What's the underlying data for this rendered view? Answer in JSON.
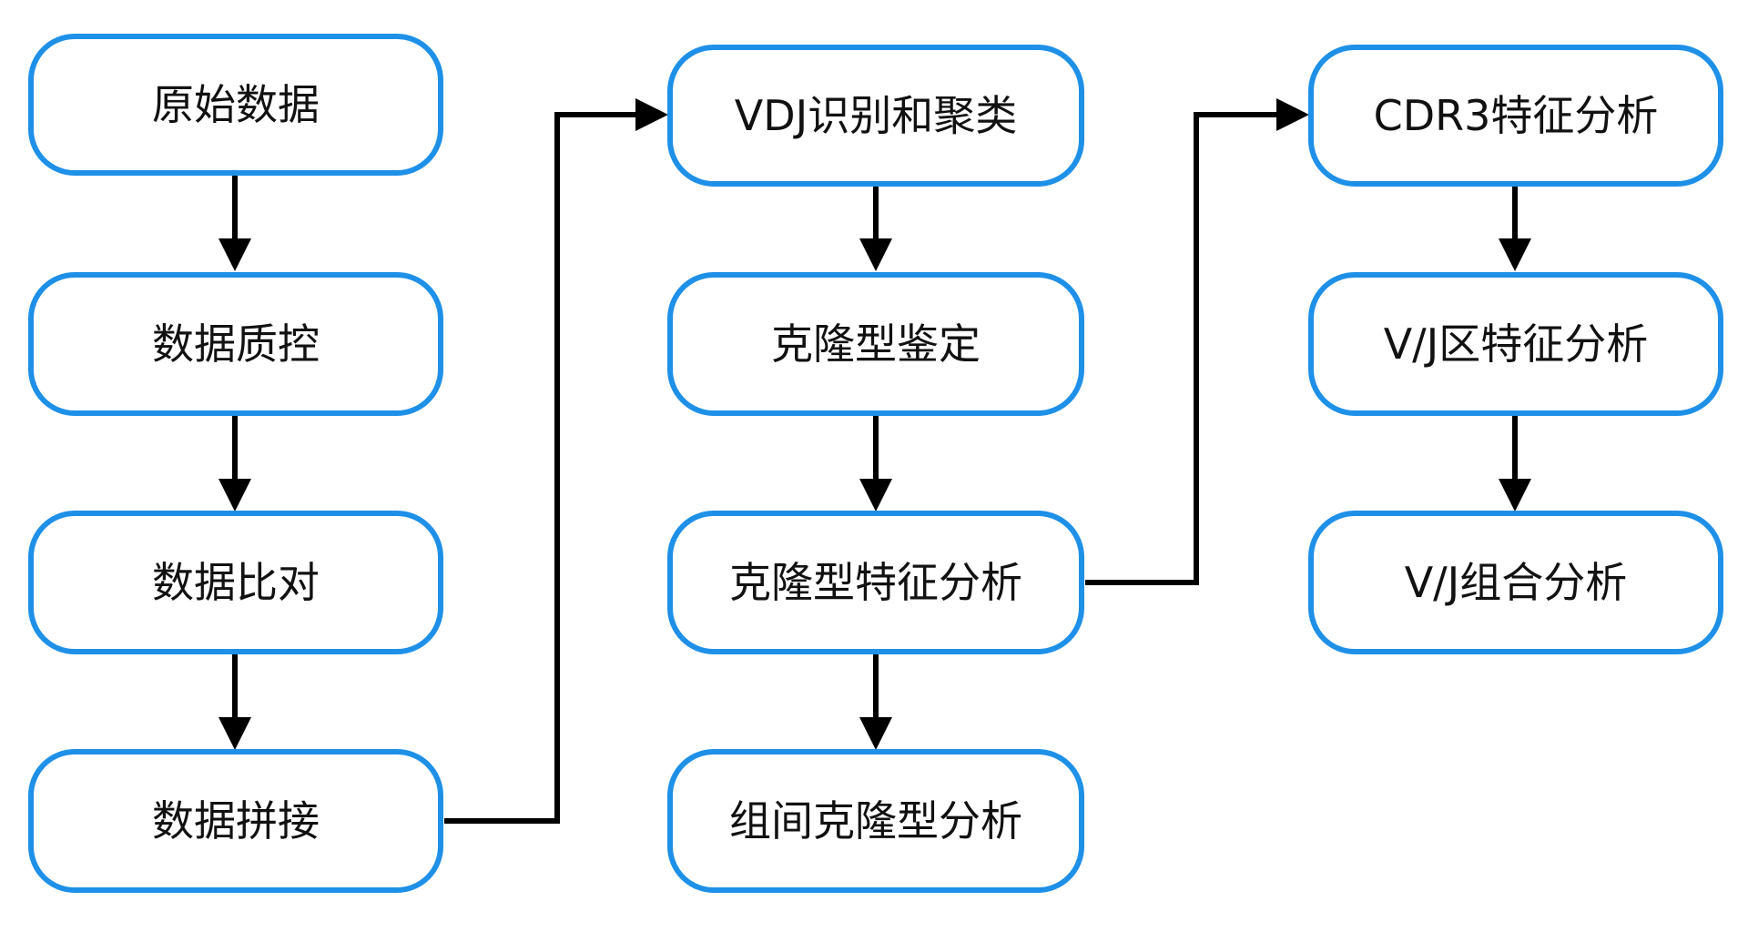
{
  "diagram": {
    "colors": {
      "box_border": "#1e90e8",
      "box_fill": "#ffffff",
      "text": "#111111",
      "arrow": "#000000",
      "background": "#ffffff"
    },
    "nodes": [
      {
        "id": "raw-data",
        "label": "原始数据"
      },
      {
        "id": "data-qc",
        "label": "数据质控"
      },
      {
        "id": "data-align",
        "label": "数据比对"
      },
      {
        "id": "data-merge",
        "label": "数据拼接"
      },
      {
        "id": "vdj-cluster",
        "label": "VDJ识别和聚类"
      },
      {
        "id": "clonotype-id",
        "label": "克隆型鉴定"
      },
      {
        "id": "clonotype-feature",
        "label": "克隆型特征分析"
      },
      {
        "id": "group-clonotype",
        "label": "组间克隆型分析"
      },
      {
        "id": "cdr3-feature",
        "label": "CDR3特征分析"
      },
      {
        "id": "vj-feature",
        "label": "V/J区特征分析"
      },
      {
        "id": "vj-combo",
        "label": "V/J组合分析"
      }
    ],
    "edges": [
      {
        "from": "raw-data",
        "to": "data-qc"
      },
      {
        "from": "data-qc",
        "to": "data-align"
      },
      {
        "from": "data-align",
        "to": "data-merge"
      },
      {
        "from": "data-merge",
        "to": "vdj-cluster"
      },
      {
        "from": "vdj-cluster",
        "to": "clonotype-id"
      },
      {
        "from": "clonotype-id",
        "to": "clonotype-feature"
      },
      {
        "from": "clonotype-feature",
        "to": "group-clonotype"
      },
      {
        "from": "clonotype-feature",
        "to": "cdr3-feature"
      },
      {
        "from": "cdr3-feature",
        "to": "vj-feature"
      },
      {
        "from": "vj-feature",
        "to": "vj-combo"
      }
    ]
  }
}
